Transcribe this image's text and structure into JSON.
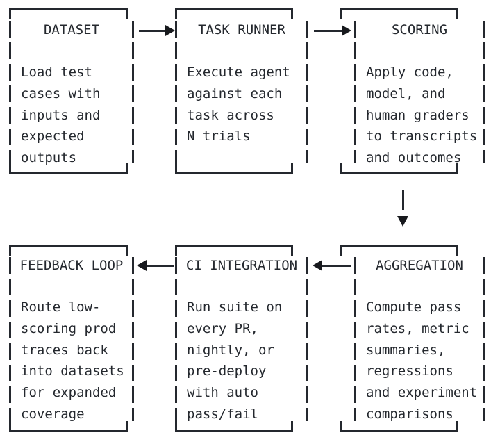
{
  "colors": {
    "ink": "#24282e",
    "arrowhead": "#17191d",
    "background": "#ffffff"
  },
  "boxes": [
    {
      "id": "dataset",
      "title": "DATASET",
      "description": "Load test\ncases with\ninputs and\nexpected\noutputs"
    },
    {
      "id": "task-runner",
      "title": "TASK RUNNER",
      "description": "Execute agent\nagainst each\ntask across\nN trials"
    },
    {
      "id": "scoring",
      "title": "SCORING",
      "description": "Apply code,\nmodel, and\nhuman graders\nto transcripts\nand outcomes"
    },
    {
      "id": "feedback-loop",
      "title": "FEEDBACK LOOP",
      "description": "Route low-\nscoring prod\ntraces back\ninto datasets\nfor expanded\ncoverage"
    },
    {
      "id": "ci-integration",
      "title": "CI INTEGRATION",
      "description": "Run suite on\nevery PR,\nnightly, or\npre-deploy\nwith auto\npass/fail"
    },
    {
      "id": "aggregation",
      "title": "AGGREGATION",
      "description": "Compute pass\nrates, metric\nsummaries,\nregressions\nand experiment\ncomparisons"
    }
  ],
  "connections": [
    {
      "from": "dataset",
      "to": "task-runner",
      "direction": "right"
    },
    {
      "from": "task-runner",
      "to": "scoring",
      "direction": "right"
    },
    {
      "from": "scoring",
      "to": "aggregation",
      "direction": "down"
    },
    {
      "from": "aggregation",
      "to": "ci-integration",
      "direction": "left"
    },
    {
      "from": "ci-integration",
      "to": "feedback-loop",
      "direction": "left"
    }
  ]
}
